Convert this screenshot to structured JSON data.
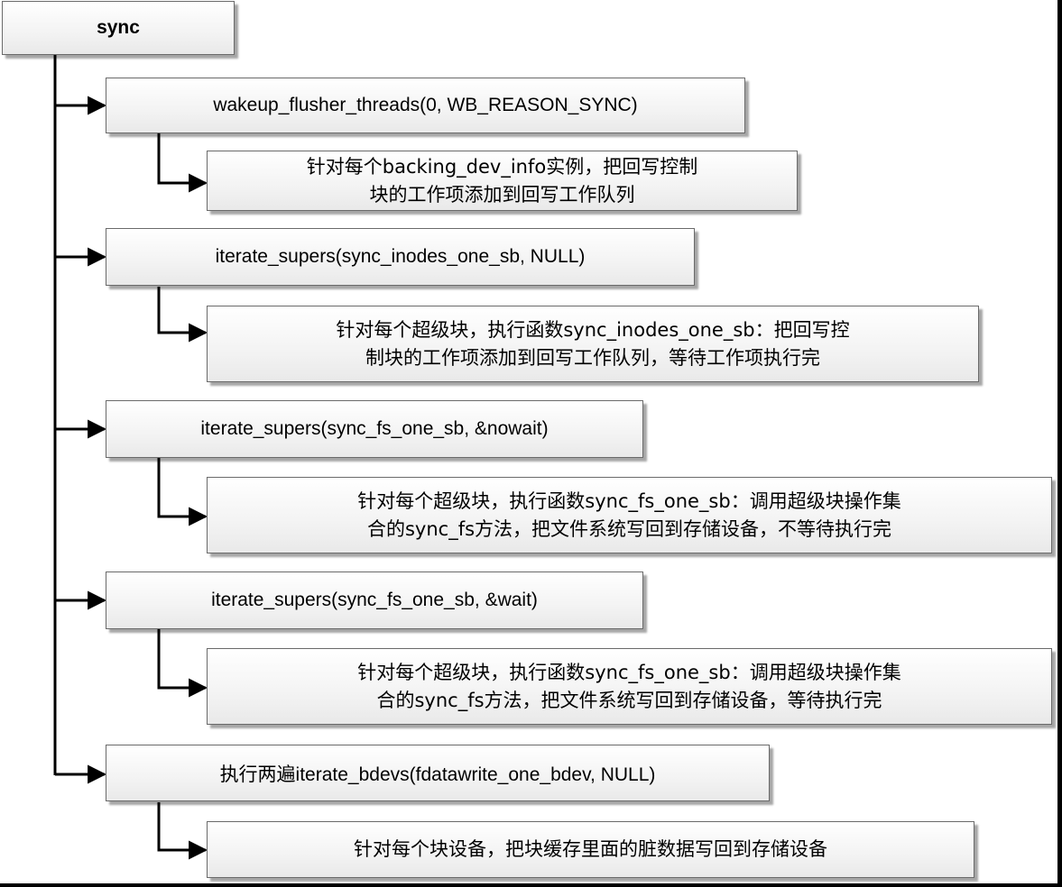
{
  "root": {
    "label": "sync"
  },
  "steps": [
    {
      "call": "wakeup_flusher_threads(0, WB_REASON_SYNC)",
      "description": [
        "针对每个backing_dev_info实例，把回写控制",
        "块的工作项添加到回写工作队列"
      ]
    },
    {
      "call": "iterate_supers(sync_inodes_one_sb, NULL)",
      "description": [
        "针对每个超级块，执行函数sync_inodes_one_sb：把回写控",
        "制块的工作项添加到回写工作队列，等待工作项执行完"
      ]
    },
    {
      "call": "iterate_supers(sync_fs_one_sb, &nowait)",
      "description": [
        "针对每个超级块，执行函数sync_fs_one_sb：调用超级块操作集",
        "合的sync_fs方法，把文件系统写回到存储设备，不等待执行完"
      ]
    },
    {
      "call": "iterate_supers(sync_fs_one_sb, &wait)",
      "description": [
        "针对每个超级块，执行函数sync_fs_one_sb：调用超级块操作集",
        "合的sync_fs方法，把文件系统写回到存储设备，等待执行完"
      ]
    },
    {
      "call": "执行两遍iterate_bdevs(fdatawrite_one_bdev, NULL)",
      "description": [
        "针对每个块设备，把块缓存里面的脏数据写回到存储设备"
      ]
    }
  ],
  "colors": {
    "line": "#000000",
    "box_border": "#6a6a6a",
    "frame": "#000000"
  }
}
